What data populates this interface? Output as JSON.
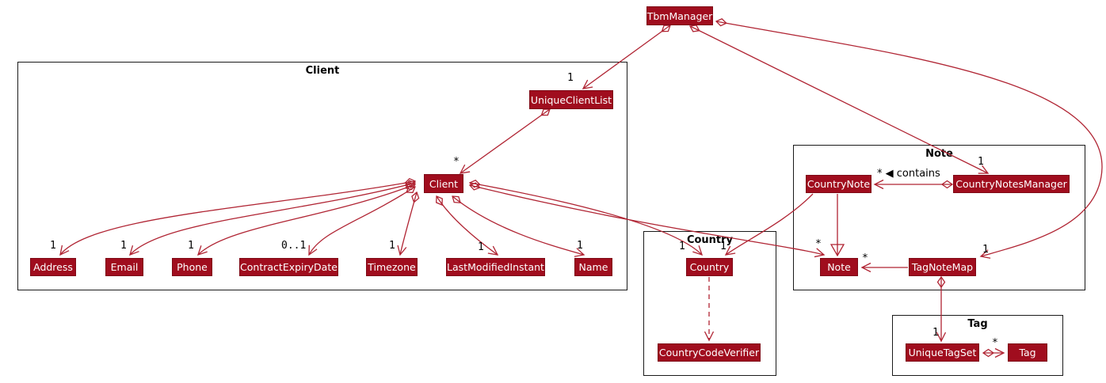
{
  "colors": {
    "class_fill": "#A00D1E",
    "class_border": "#7E0916",
    "class_text": "#FFFFFF",
    "edge": "#B02433",
    "package_border": "#1A1A1A",
    "label_text": "#000000",
    "background": "#FFFFFF"
  },
  "packages": {
    "client": {
      "title": "Client"
    },
    "country": {
      "title": "Country"
    },
    "note": {
      "title": "Note"
    },
    "tag": {
      "title": "Tag"
    }
  },
  "classes": {
    "tbm_manager": "TbmManager",
    "unique_client_list": "UniqueClientList",
    "client": "Client",
    "address": "Address",
    "email": "Email",
    "phone": "Phone",
    "contract_expiry_date": "ContractExpiryDate",
    "timezone": "Timezone",
    "last_modified_instant": "LastModifiedInstant",
    "name": "Name",
    "country": "Country",
    "country_code_verifier": "CountryCodeVerifier",
    "country_note": "CountryNote",
    "country_notes_manager": "CountryNotesManager",
    "note": "Note",
    "tag_note_map": "TagNoteMap",
    "unique_tag_set": "UniqueTagSet",
    "tag": "Tag"
  },
  "relations": {
    "tbm_unique_client_list": {
      "from": "TbmManager",
      "to": "UniqueClientList",
      "type": "composition",
      "label": "1"
    },
    "unique_client_list_client": {
      "from": "UniqueClientList",
      "to": "Client",
      "type": "composition",
      "label": "*"
    },
    "client_address": {
      "from": "Client",
      "to": "Address",
      "type": "composition",
      "label": "1"
    },
    "client_email": {
      "from": "Client",
      "to": "Email",
      "type": "composition",
      "label": "1"
    },
    "client_phone": {
      "from": "Client",
      "to": "Phone",
      "type": "composition",
      "label": "1"
    },
    "client_contract_expiry_date": {
      "from": "Client",
      "to": "ContractExpiryDate",
      "type": "composition",
      "label": "0..1"
    },
    "client_timezone": {
      "from": "Client",
      "to": "Timezone",
      "type": "composition",
      "label": "1"
    },
    "client_last_modified_instant": {
      "from": "Client",
      "to": "LastModifiedInstant",
      "type": "composition",
      "label": "1"
    },
    "client_name": {
      "from": "Client",
      "to": "Name",
      "type": "composition",
      "label": "1"
    },
    "client_country": {
      "from": "Client",
      "to": "Country",
      "type": "composition",
      "label": "1"
    },
    "client_note": {
      "from": "Client",
      "to": "Note",
      "type": "composition",
      "label": "*"
    },
    "country_note_country": {
      "from": "CountryNote",
      "to": "Country",
      "type": "association",
      "label": "1"
    },
    "country_note_note": {
      "from": "CountryNote",
      "to": "Note",
      "type": "inheritance",
      "label": ""
    },
    "country_notes_manager_country_note": {
      "from": "CountryNotesManager",
      "to": "CountryNote",
      "type": "composition",
      "label": "* ◀ contains"
    },
    "tbm_country_notes_manager": {
      "from": "TbmManager",
      "to": "CountryNotesManager",
      "type": "composition",
      "label": "1"
    },
    "tbm_tag_note_map": {
      "from": "TbmManager",
      "to": "TagNoteMap",
      "type": "composition",
      "label": "1"
    },
    "tag_note_map_note": {
      "from": "TagNoteMap",
      "to": "Note",
      "type": "association",
      "label": "*"
    },
    "tag_note_map_unique_tag_set": {
      "from": "TagNoteMap",
      "to": "UniqueTagSet",
      "type": "composition",
      "label": "1"
    },
    "unique_tag_set_tag": {
      "from": "UniqueTagSet",
      "to": "Tag",
      "type": "composition",
      "label": "*"
    },
    "country_country_code_verifier": {
      "from": "Country",
      "to": "CountryCodeVerifier",
      "type": "dependency",
      "label": ""
    }
  }
}
